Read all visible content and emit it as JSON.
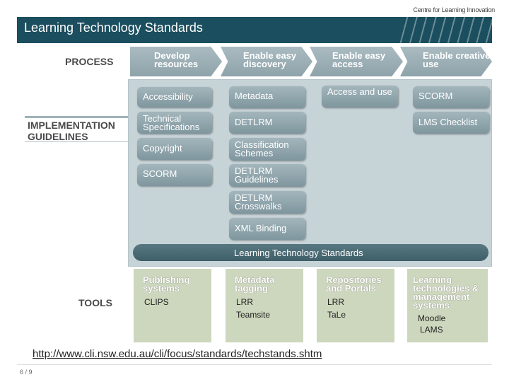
{
  "header": {
    "brand": "Centre for Learning Innovation",
    "title": "Learning Technology Standards"
  },
  "sections": {
    "process": "PROCESS",
    "implementation": "IMPLEMENTATION GUIDELINES",
    "tools": "TOOLS"
  },
  "process_steps": [
    "Develop resources",
    "Enable easy discovery",
    "Enable easy access",
    "Enable creative use"
  ],
  "guidelines": {
    "col1": [
      "Accessibility",
      "Technical Specifications",
      "Copyright",
      "SCORM"
    ],
    "col2": [
      "Metadata",
      "DETLRM",
      "Classification Schemes",
      "DETLRM Guidelines",
      "DETLRM Crosswalks",
      "XML Binding"
    ],
    "col3": [
      "Access and use"
    ],
    "col4": [
      "SCORM",
      "LMS Checklist"
    ],
    "foundation": "Learning Technology Standards"
  },
  "tools": [
    {
      "title": "Publishing systems",
      "items": [
        "CLIPS"
      ]
    },
    {
      "title": "Metadata tagging",
      "items": [
        "LRR",
        "Teamsite"
      ]
    },
    {
      "title": "Repositories and Portals",
      "items": [
        "LRR",
        "TaLe"
      ]
    },
    {
      "title": "Learning technologies & management systems",
      "items": [
        "Moodle",
        "LAMS"
      ]
    }
  ],
  "footer": {
    "url": "http://www.cli.nsw.edu.au/cli/focus/standards/techstands.shtm",
    "slide_number": "6 / 9"
  }
}
